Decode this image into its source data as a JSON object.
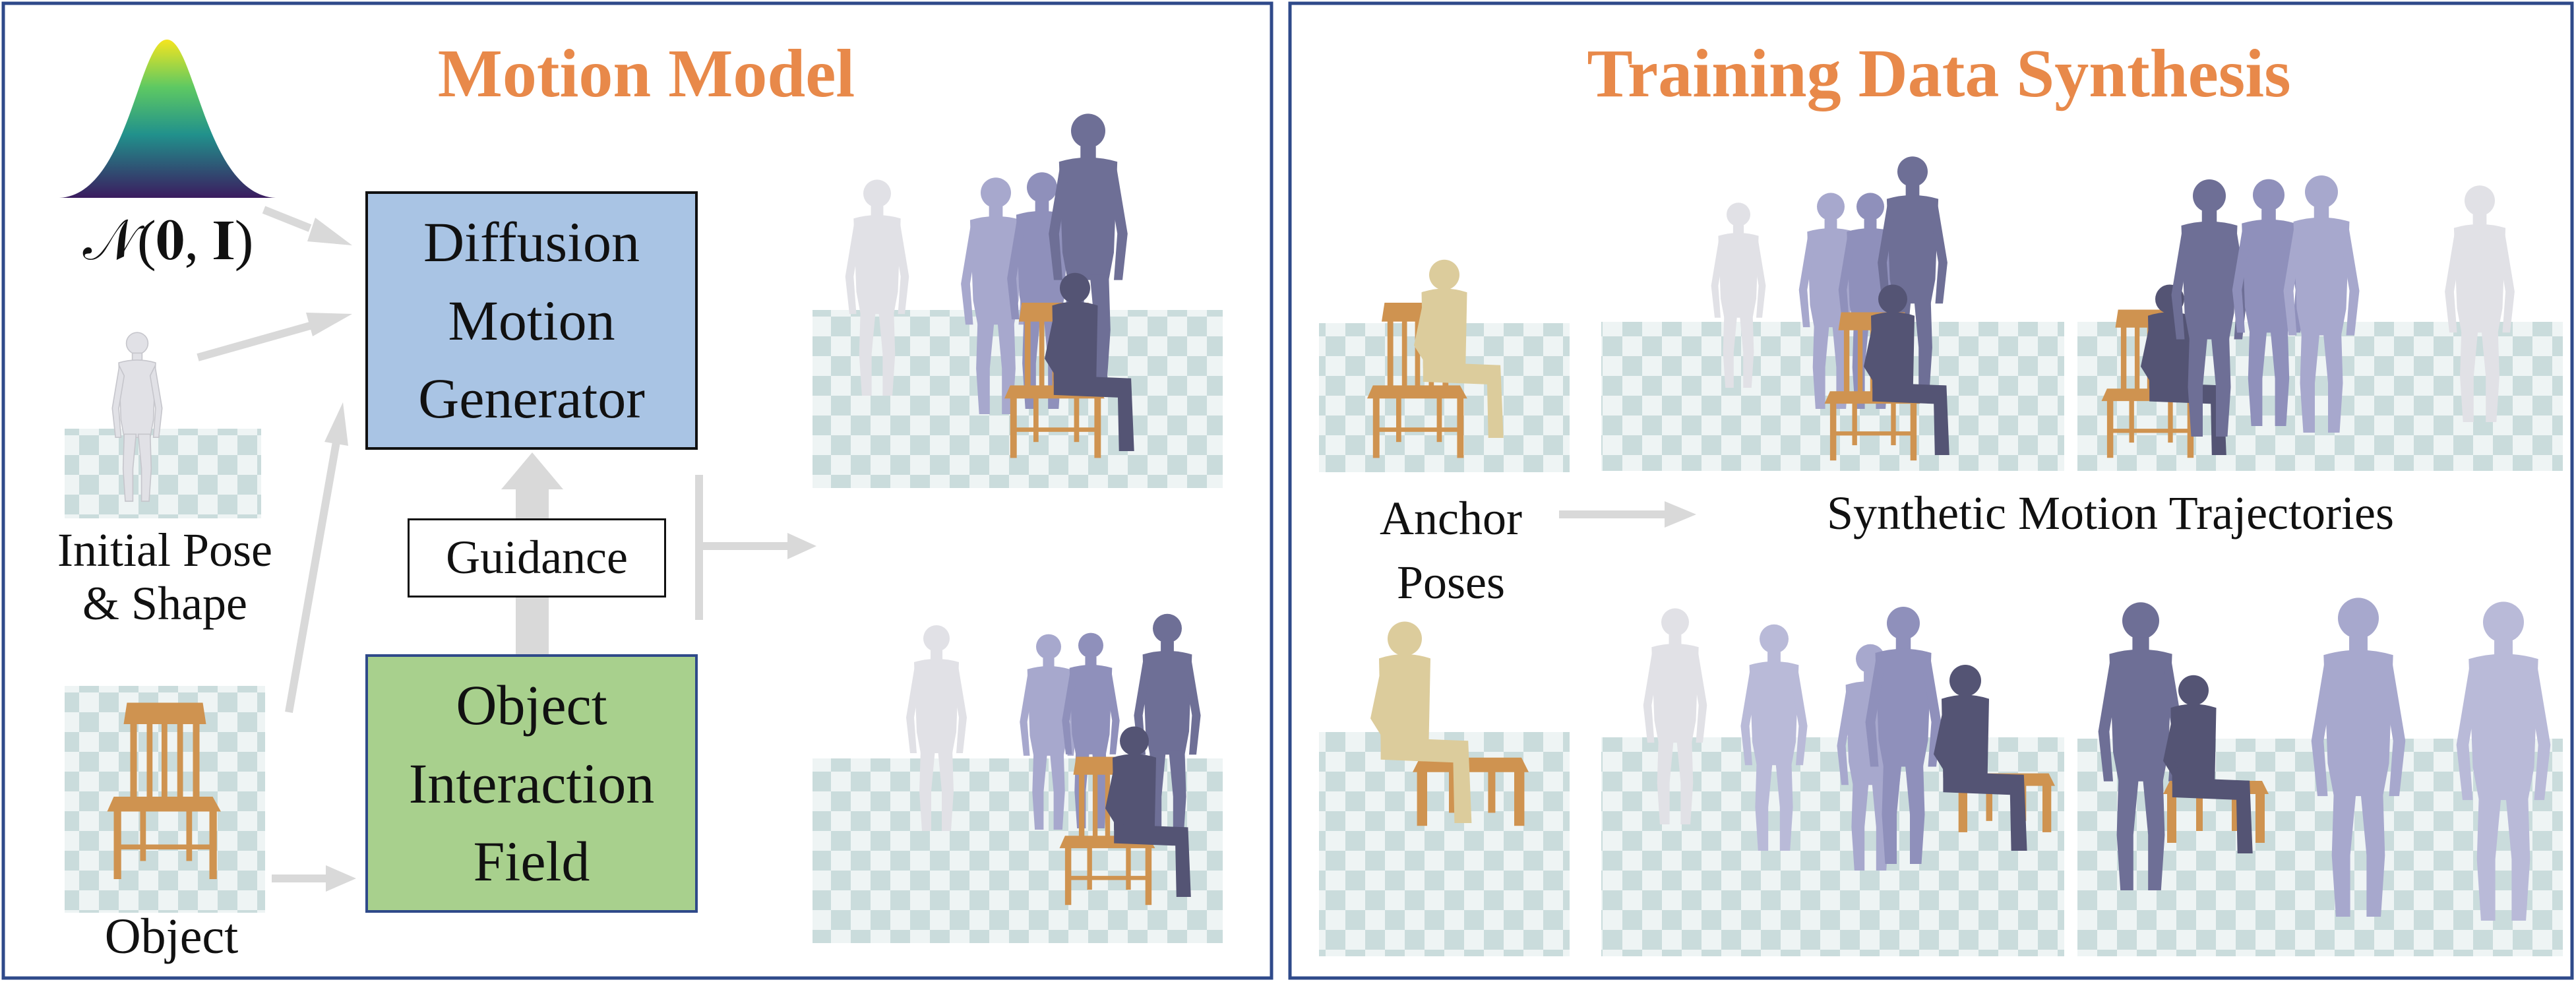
{
  "colors": {
    "title": "#e8894a",
    "panel_border": "#2f4a8a",
    "diffusion_box": "#a9c4e4",
    "interaction_box": "#a8d08d",
    "arrow": "#d9d9d9",
    "floor_light": "#eef4f4",
    "floor_dark": "#cadcdc",
    "chair": "#cf9350",
    "human_light": "#e1e1e6",
    "human_mid": "#a7a8cd",
    "human_dark": "#545474",
    "human_anchor": "#dccc9c"
  },
  "left_panel": {
    "title": "Motion Model",
    "gaussian_label": "𝒩(𝟎, 𝐈)",
    "initial_pose_label_line1": "Initial Pose",
    "initial_pose_label_line2": "& Shape",
    "object_label": "Object",
    "diffusion_line1": "Diffusion",
    "diffusion_line2": "Motion",
    "diffusion_line3": "Generator",
    "guidance_label": "Guidance",
    "interaction_line1": "Object",
    "interaction_line2": "Interaction",
    "interaction_line3": "Field"
  },
  "right_panel": {
    "title": "Training Data Synthesis",
    "anchor_line1": "Anchor",
    "anchor_line2": "Poses",
    "synthetic_label": "Synthetic Motion Trajectories"
  }
}
